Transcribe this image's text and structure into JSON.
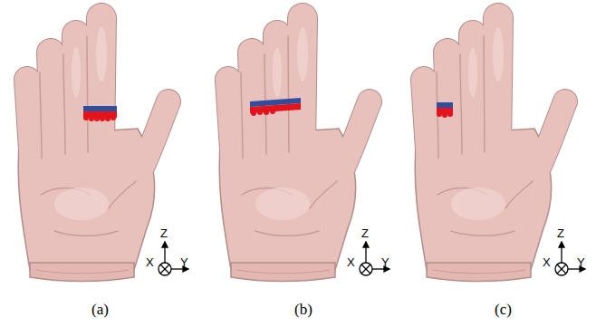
{
  "diagram": {
    "labels": [
      "Z",
      "X",
      "Y",
      "Z",
      "X",
      "Y",
      "Z",
      "X",
      "Y",
      "(a)",
      "(b)",
      "(c)"
    ]
  }
}
